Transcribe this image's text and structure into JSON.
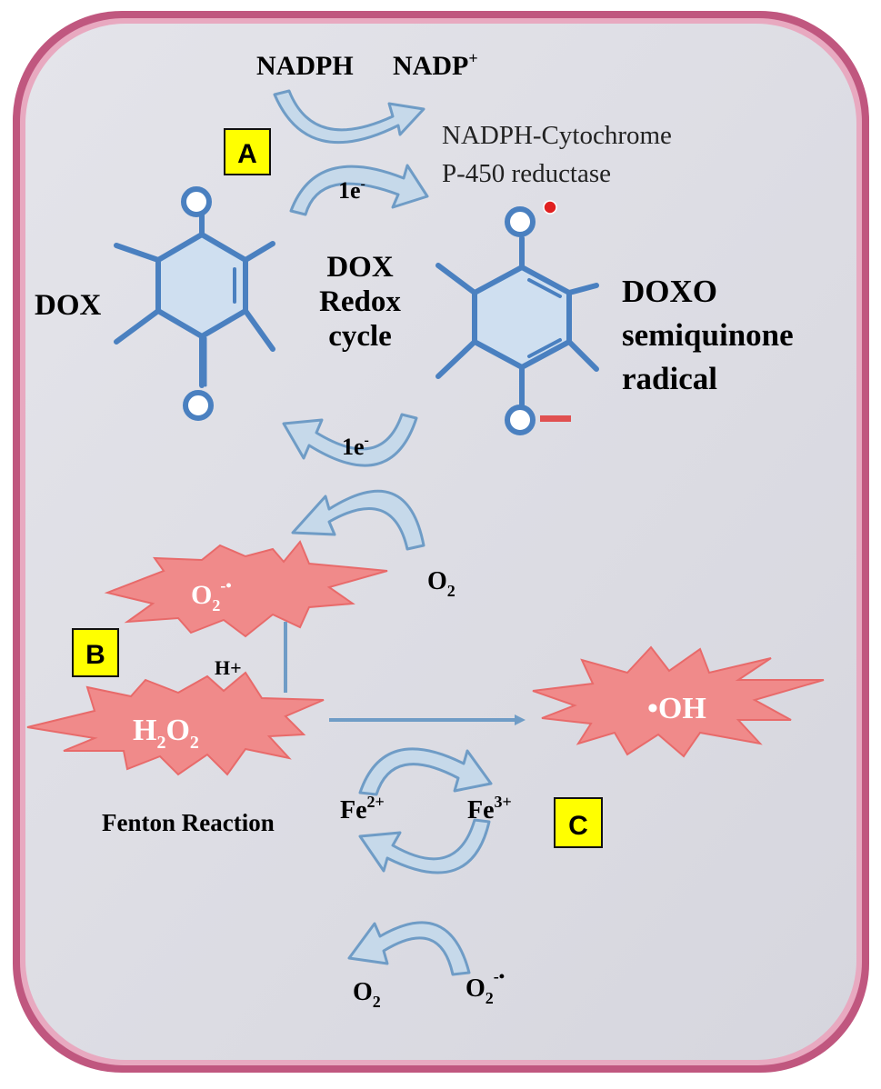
{
  "colors": {
    "cell_border": "#c0577f",
    "cell_fill": "#dcdce2",
    "arrow_fill": "#c6d9ea",
    "arrow_stroke": "#6f9cc6",
    "molecule_stroke": "#4a80c0",
    "molecule_fill": "#cfdff0",
    "burst_fill": "#f08a8a",
    "burst_stroke": "#e86a6a",
    "label_box_fill": "#ffff00",
    "radical_dot": "#e02020",
    "minus_sign": "#e05050"
  },
  "step_labels": {
    "a": "A",
    "b": "B",
    "c": "C"
  },
  "reductase": {
    "nadph": "NADPH",
    "nadp_base": "NADP",
    "nadp_sup": "+",
    "enzyme_line1": "NADPH-Cytochrome",
    "enzyme_line2": "P-450 reductase",
    "electron_base": "1e",
    "electron_sup": "-"
  },
  "redox_cycle": {
    "dox": "DOX",
    "center_line1": "DOX",
    "center_line2": "Redox",
    "center_line3": "cycle",
    "doxo_line1": "DOXO",
    "doxo_line2": "semiquinone",
    "doxo_line3": "radical"
  },
  "superoxide_step": {
    "electron_base": "1e",
    "electron_sup": "-",
    "o2_base": "O",
    "o2_sub": "2",
    "superoxide_base": "O",
    "superoxide_sub": "2",
    "superoxide_sup": "-•"
  },
  "dismutation": {
    "h_plus": "H+",
    "h2o2_h": "H",
    "h2o2_sub1": "2",
    "h2o2_o": "O",
    "h2o2_sub2": "2"
  },
  "fenton": {
    "hydroxyl": "•OH",
    "title": "Fenton Reaction",
    "fe2_base": "Fe",
    "fe2_sup": "2+",
    "fe3_base": "Fe",
    "fe3_sup": "3+",
    "o2_base": "O",
    "o2_sub": "2",
    "superoxide_base": "O",
    "superoxide_sub": "2",
    "superoxide_sup": "-•"
  }
}
